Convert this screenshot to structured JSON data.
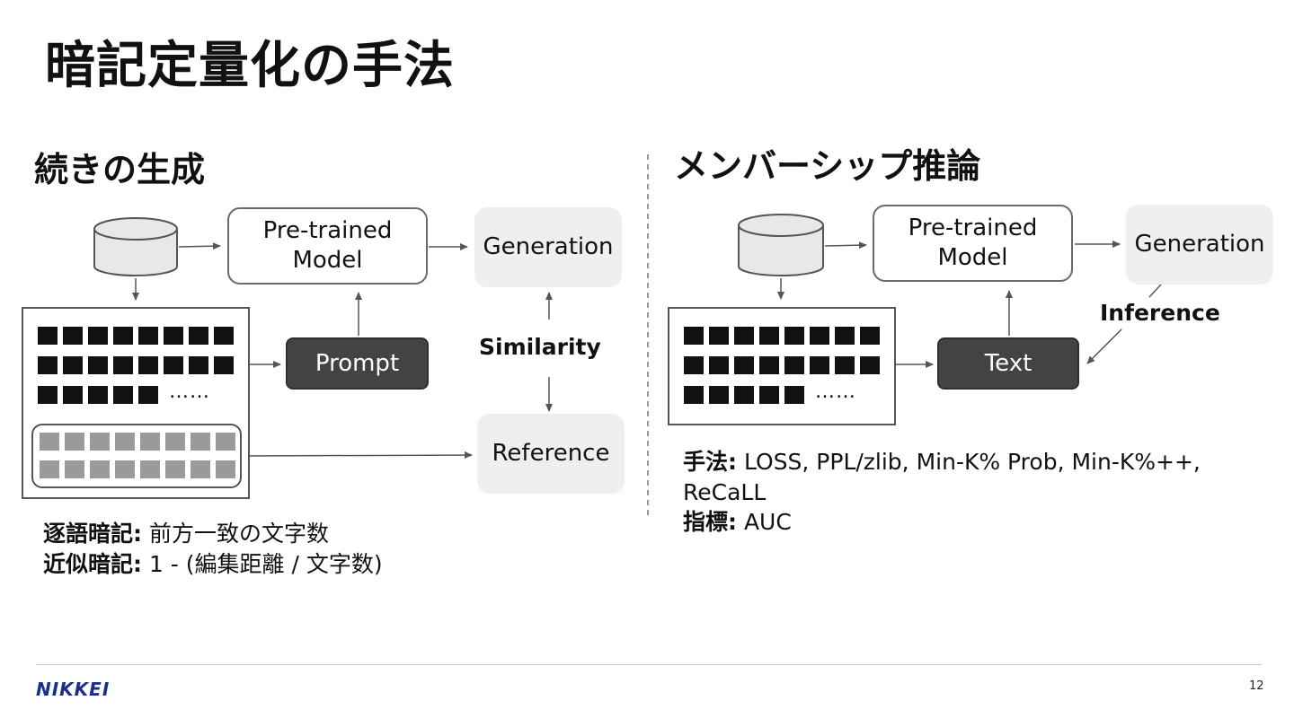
{
  "slide": {
    "title": "暗記定量化の手法",
    "page_number": "12",
    "logo": "NIKKEI",
    "colors": {
      "dark_box": "#434343",
      "light_box": "#efefef",
      "token_black": "#111111",
      "token_gray": "#9a9a9a",
      "logo": "#1a2f8c"
    }
  },
  "left": {
    "section_title": "続きの生成",
    "model_box": "Pre-trained\nModel",
    "generation_box": "Generation",
    "prompt_box": "Prompt",
    "reference_box": "Reference",
    "similarity_label": "Similarity",
    "ellipsis": "……",
    "metrics": [
      {
        "label": "逐語暗記:",
        "value": " 前方一致の文字数"
      },
      {
        "label": "近似暗記:",
        "value": " 1 - (編集距離 / 文字数)"
      }
    ]
  },
  "right": {
    "section_title": "メンバーシップ推論",
    "model_box": "Pre-trained\nModel",
    "generation_box": "Generation",
    "text_box": "Text",
    "inference_label": "Inference",
    "ellipsis": "……",
    "methods_label": "手法:",
    "methods_value": " LOSS, PPL/zlib, Min-K% Prob, Min-K%++,",
    "methods_value_cont": "ReCaLL",
    "metric_label": "指標:",
    "metric_value": " AUC"
  }
}
